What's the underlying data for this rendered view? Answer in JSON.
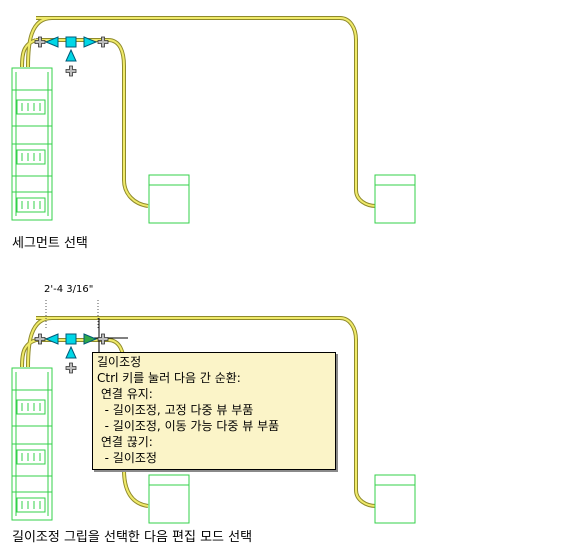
{
  "top": {
    "caption": "세그먼트 선택"
  },
  "bottom": {
    "caption": "길이조정 그립을 선택한 다음 편집 모드 선택",
    "dimension": "2'-4 3/16\""
  },
  "tooltip": {
    "title": "길이조정",
    "line1": "Ctrl 키를 눌러 다음 간 순환:",
    "line2": " 연결 유지:",
    "line3": "  - 길이조정, 고정 다중 뷰 부품",
    "line4": "  - 길이조정, 이동 가능 다중 뷰 부품",
    "line5": " 연결 끊기:",
    "line6": "  - 길이조정"
  },
  "colors": {
    "conduit_outer": "#8f8a2c",
    "conduit_inner": "#f0ea6a",
    "equipment": "#33d14a",
    "grip_fill": "#00d7e6",
    "grip_stroke": "#005a78"
  }
}
